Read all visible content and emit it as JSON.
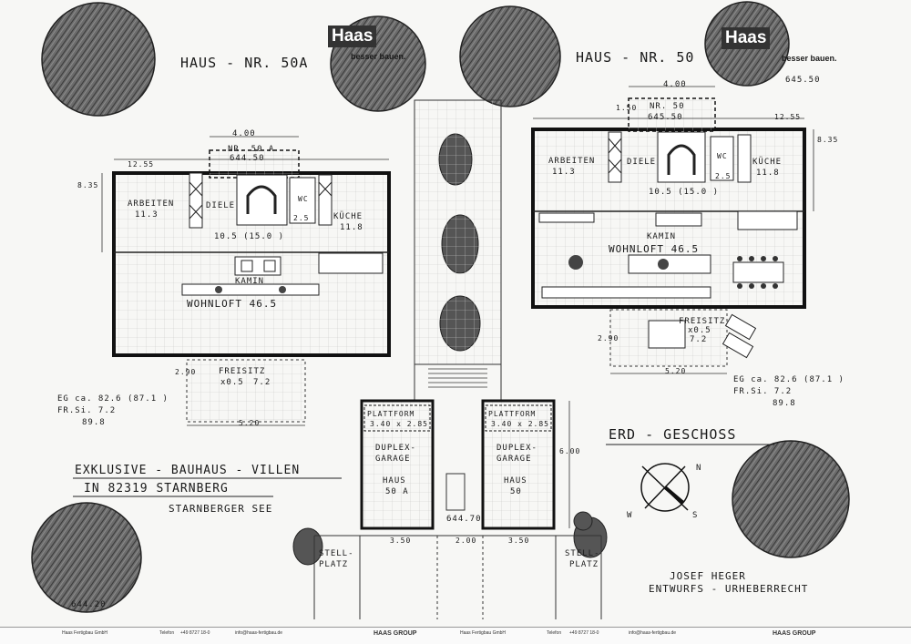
{
  "logo": {
    "word": "Haas",
    "tagline": "besser bauen."
  },
  "elevation_top_right": "645.50",
  "house_a": {
    "title": "HAUS - NR. 50A",
    "entry_label": "NR. 50 A",
    "entry_level": "644.50",
    "width_top": "4.00",
    "width_main": "12.55",
    "depth": "8.35",
    "rooms": {
      "arbeiten": "ARBEITEN",
      "arbeiten_area": "11.3",
      "diele": "DIELE",
      "wc": "WC",
      "wc_area": "2.5",
      "kueche": "KÜCHE",
      "kueche_area": "11.8",
      "stair_area": "10.5 (15.0 )",
      "kamin": "KAMIN",
      "wohnloft": "WOHNLOFT 46.5",
      "freisitz": "FREISITZ",
      "freisitz_dim": "x0.5",
      "freisitz_area": "7.2",
      "freisitz_depth": "2.90",
      "freisitz_width": "5.20"
    },
    "eg_line1": "EG ca. 82.6 (87.1 )",
    "eg_line2": "FR.Si. 7.2",
    "eg_total": "89.8"
  },
  "house_b": {
    "title": "HAUS - NR. 50",
    "entry_label": "NR. 50",
    "entry_level": "645.50",
    "width_top": "4.00",
    "width_main": "12.55",
    "depth": "8.35",
    "entry_depth": "1.50",
    "rooms": {
      "arbeiten": "ARBEITEN",
      "arbeiten_area": "11.3",
      "diele": "DIELE",
      "wc": "WC",
      "wc_area": "2.5",
      "kueche": "KÜCHE",
      "kueche_area": "11.8",
      "stair_area": "10.5 (15.0 )",
      "kamin": "KAMIN",
      "wohnloft": "WOHNLOFT 46.5",
      "freisitz": "FREISITZ",
      "freisitz_dim": "x0.5",
      "freisitz_area": "7.2",
      "freisitz_depth": "2.90",
      "freisitz_width": "5.20"
    },
    "eg_line1": "EG ca. 82.6 (87.1 )",
    "eg_line2": "FR.Si. 7.2",
    "eg_total": "89.8"
  },
  "garage_a": {
    "platform": "PLATTFORM",
    "platform_dim": "3.40 x 2.85",
    "type_1": "DUPLEX-",
    "type_2": "GARAGE",
    "house_1": "HAUS",
    "house_2": "50 A"
  },
  "garage_b": {
    "platform": "PLATTFORM",
    "platform_dim": "3.40 x 2.85",
    "type_1": "DUPLEX-",
    "type_2": "GARAGE",
    "house_1": "HAUS",
    "house_2": "50"
  },
  "garage_height": "6.00",
  "level_center": "644.70",
  "dim_350_left": "3.50",
  "dim_200": "2.00",
  "dim_350_right": "3.50",
  "stellplatz_a": {
    "l1": "STELL-",
    "l2": "PLATZ"
  },
  "stellplatz_b": {
    "l1": "STELL-",
    "l2": "PLATZ"
  },
  "project_l1": "EXKLUSIVE - BAUHAUS - VILLEN",
  "project_l2": "IN 82319 STARNBERG",
  "project_l3": "STARNBERGER SEE",
  "floor_title": "ERD - GESCHOSS",
  "author_1": "JOSEF HEGER",
  "author_2": "ENTWURFS - URHEBERRECHT",
  "level_bottom_left": "644.20",
  "compass_n": "N",
  "compass_s": "S",
  "compass_w": "W",
  "footer": {
    "company": "Haas Fertigbau GmbH",
    "phone_label": "Telefon",
    "phone": "+49 8727 18-0",
    "email": "info@haas-fertigbau.de",
    "group": "HAAS GROUP"
  }
}
